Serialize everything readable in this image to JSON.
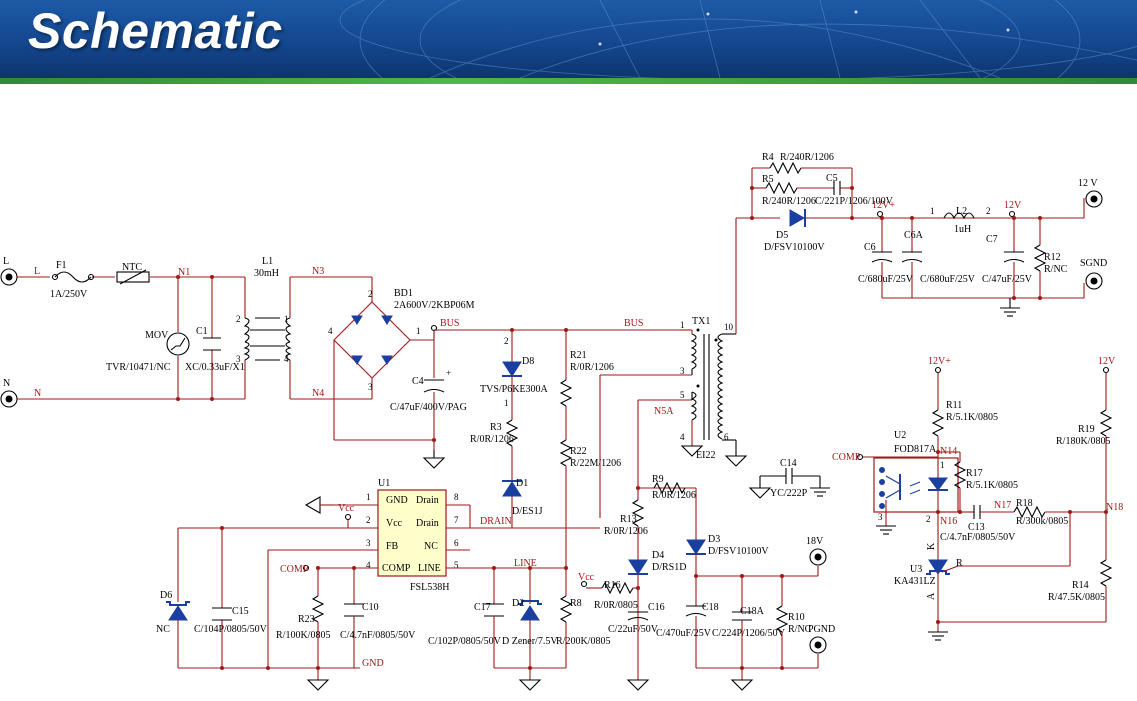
{
  "header": {
    "title": "Schematic"
  },
  "colors": {
    "banner": "#14478e",
    "stripe": "#3ea63e",
    "wire": "#a01818",
    "component": "#1a3fa0"
  },
  "labels": {
    "L_term": "L",
    "L_net": "L",
    "N_term": "N",
    "N_net": "N",
    "F1": "F1",
    "F1_val": "1A/250V",
    "NTC": "NTC",
    "N1": "N1",
    "L1": "L1",
    "L1_val": "30mH",
    "N3": "N3",
    "N4": "N4",
    "MOV": "MOV",
    "MOV_val": "TVR/10471/NC",
    "C1": "C1",
    "C1_val": "XC/0.33uF/X1",
    "BD1": "BD1",
    "BD1_val": "2A600V/2KBP06M",
    "BUS1": "BUS",
    "BUS2": "BUS",
    "C4": "C4",
    "C4_val": "C/47uF/400V/PAG",
    "D8": "D8",
    "D8_val": "TVS/P6KE300A",
    "R3": "R3",
    "R3_val": "R/0R/1206",
    "D1": "D1",
    "D1_val": "D/ES1J",
    "R21": "R21",
    "R21_val": "R/0R/1206",
    "R22": "R22",
    "R22_val": "R/22M/1206",
    "TX1": "TX1",
    "TX1_val": "EI22",
    "N5A": "N5A",
    "R4": "R4",
    "R4_val": "R/240R/1206",
    "R5": "R5",
    "R5_val": "R/240R/1206",
    "C5": "C5",
    "C5_val": "C/221P/1206/100V",
    "D5": "D5",
    "D5_val": "D/FSV10100V",
    "net_12Vp": "12V+",
    "L2": "L2",
    "L2_val": "1uH",
    "net_12V": "12V",
    "C6": "C6",
    "C6_val": "C/680uF/25V",
    "C6A": "C6A",
    "C6A_val": "C/680uF/25V",
    "C7": "C7",
    "C7_val": "C/47uF/25V",
    "R12": "R12",
    "R12_val": "R/NC",
    "out_12V": "12 V",
    "out_SGND": "SGND",
    "U1": "U1",
    "U1_part": "FSL538H",
    "U1_GND": "GND",
    "U1_Vcc": "Vcc",
    "U1_FB": "FB",
    "U1_COMP": "COMP",
    "U1_Drain1": "Drain",
    "U1_Drain2": "Drain",
    "U1_NC": "NC",
    "U1_LINE": "LINE",
    "net_Vcc": "Vcc",
    "net_DRAIN": "DRAIN",
    "net_LINE": "LINE",
    "net_COMP": "COMP",
    "net_GND": "GND",
    "D6": "D6",
    "D6_val": "NC",
    "C15": "C15",
    "C15_val": "C/104P/0805/50V",
    "R23": "R23",
    "R23_val": "R/100K/0805",
    "C10": "C10",
    "C10_val": "C/4.7nF/0805/50V",
    "C17": "C17",
    "C17_val": "C/102P/0805/50V",
    "D2": "D2",
    "D2_val": "D Zener/7.5V",
    "R8": "R8",
    "R8_val": "R/200K/0805",
    "R9": "R9",
    "R9_val": "R/0R/1206",
    "R13": "R13",
    "R13_val": "R/0R/1206",
    "D4": "D4",
    "D4_val": "D/RS1D",
    "D3": "D3",
    "D3_val": "D/FSV10100V",
    "R16": "R16",
    "R16_val": "R/0R/0805",
    "C16": "C16",
    "C16_val": "C/22uF/50V",
    "C18": "C18",
    "C18_val": "C/470uF/25V",
    "C18A": "C18A",
    "C18A_val": "C/224P/1206/50V",
    "R10": "R10",
    "R10_val": "R/NC",
    "out_18V": "18V",
    "out_PGND": "PGND",
    "C14": "C14",
    "C14_val": "YC/222P",
    "U2": "U2",
    "U2_val": "FOD817A",
    "N14": "N14",
    "N16": "N16",
    "N17": "N17",
    "N18": "N18",
    "R11": "R11",
    "R11_val": "R/5.1K/0805",
    "R17": "R17",
    "R17_val": "R/5.1K/0805",
    "C13": "C13",
    "C13_val": "C/4.7nF/0805/50V",
    "R18": "R18",
    "R18_val": "R/300k/0805",
    "R19": "R19",
    "R19_val": "R/180K/0805",
    "R14": "R14",
    "R14_val": "R/47.5K/0805",
    "U3": "U3",
    "U3_val": "KA431LZ",
    "U3_K": "K",
    "U3_R": "R",
    "U3_A": "A",
    "net_12Vp_b": "12V+",
    "net_12V_b": "12V",
    "p1": "1",
    "p2": "2",
    "p3": "3",
    "p4": "4",
    "p5": "5",
    "p6": "6",
    "p7": "7",
    "p8": "8",
    "p10": "10"
  }
}
